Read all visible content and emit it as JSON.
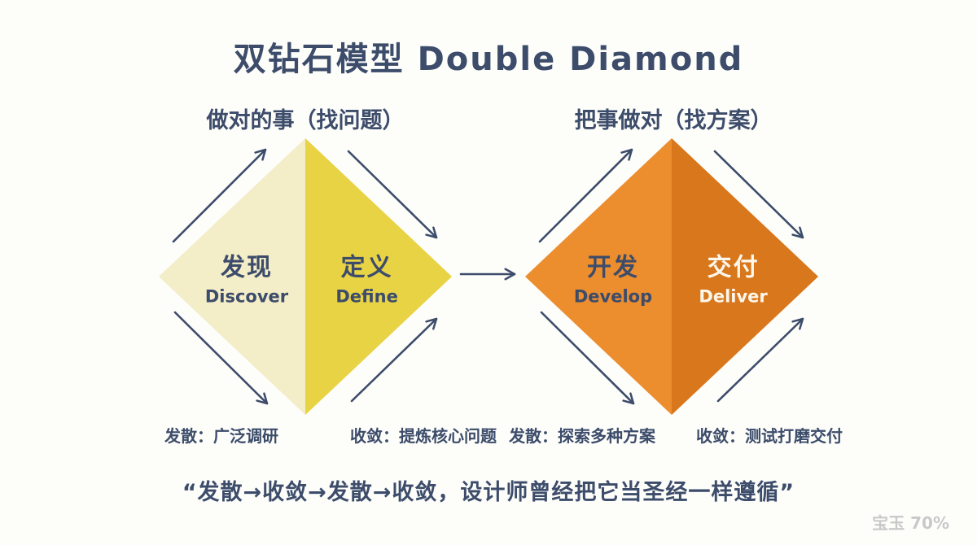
{
  "page": {
    "title": "双钻石模型 Double Diamond",
    "quote": "“发散→收敛→发散→收敛，设计师曾经把它当圣经一样遵循”",
    "watermark": "宝玉 70%"
  },
  "colors": {
    "text": "#3c4c6a",
    "diamond1_left": "#f3edc8",
    "diamond1_right": "#e8d345",
    "diamond2_left": "#ec8d2e",
    "diamond2_right": "#d8771c",
    "deliver_text": "#fdf6ea"
  },
  "icons": {
    "flow_arrow": "arrow-icon"
  },
  "sections": [
    {
      "header": "做对的事（找问题）",
      "diverge_label": "发散：广泛调研",
      "converge_label": "收敛：提炼核心问题",
      "halves": [
        {
          "zh": "发现",
          "en": "Discover"
        },
        {
          "zh": "定义",
          "en": "Define"
        }
      ]
    },
    {
      "header": "把事做对（找方案）",
      "diverge_label": "发散：探索多种方案",
      "converge_label": "收敛：测试打磨交付",
      "halves": [
        {
          "zh": "开发",
          "en": "Develop"
        },
        {
          "zh": "交付",
          "en": "Deliver"
        }
      ]
    }
  ]
}
